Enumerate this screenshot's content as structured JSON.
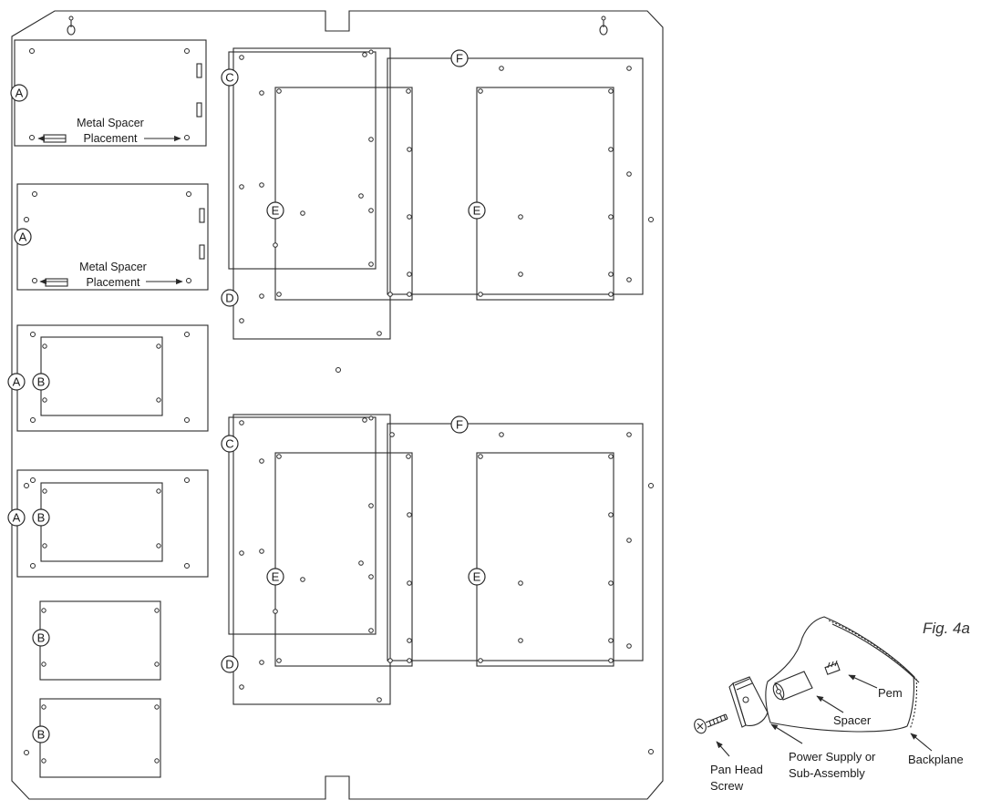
{
  "callouts": {
    "a": "A",
    "b": "B",
    "c": "C",
    "d": "D",
    "e": "E",
    "f": "F"
  },
  "spacer_note": {
    "line1": "Metal Spacer",
    "line2": "Placement"
  },
  "figure_label": "Fig. 4a",
  "detail": {
    "pem": "Pem",
    "spacer": "Spacer",
    "backplane": "Backplane",
    "power_supply_line1": "Power Supply or",
    "power_supply_line2": "Sub-Assembly",
    "screw_line1": "Pan Head",
    "screw_line2": "Screw"
  },
  "colors": {
    "line": "#2a2a2a",
    "background": "#ffffff"
  }
}
